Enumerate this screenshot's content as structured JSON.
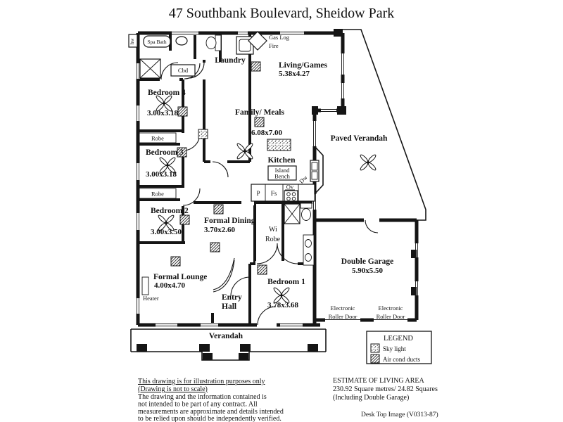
{
  "title": "47 Southbank Boulevard,  Sheidow Park",
  "rooms": {
    "bedroom4": {
      "name": "Bedroom 4",
      "dims": "3.00x3.18"
    },
    "bedroom3": {
      "name": "Bedroom 3",
      "dims": "3.00x3.18"
    },
    "bedroom2": {
      "name": "Bedroom 2",
      "dims": "3.00x3.50"
    },
    "bedroom1": {
      "name": "Bedroom 1",
      "dims": "3.78x3.68"
    },
    "laundry": {
      "name": "Laundry"
    },
    "living_games": {
      "name": "Living/Games",
      "dims": "5.38x4.27"
    },
    "family_meals": {
      "name": "Family/ Meals",
      "dims": "6.08x7.00"
    },
    "kitchen": {
      "name": "Kitchen"
    },
    "formal_dining": {
      "name": "Formal Dining",
      "dims": "3.70x2.60"
    },
    "formal_lounge": {
      "name": "Formal Lounge",
      "dims": "4.00x4.70"
    },
    "entry_hall": {
      "line1": "Entry",
      "line2": "Hall"
    },
    "wi_robe": {
      "line1": "Wi",
      "line2": "Robe"
    },
    "paved_verandah": {
      "name": "Paved Verandah"
    },
    "verandah": {
      "name": "Verandah"
    },
    "double_garage": {
      "name": "Double Garage",
      "dims": "5.90x5.50"
    }
  },
  "fixtures": {
    "spa_bath": "Spa Bath",
    "cbd": "Cbd",
    "robe": "Robe",
    "hw": "hw",
    "heater": "Heater",
    "gas_log_line1": "Gas Log",
    "gas_log_line2": "Fire",
    "island_bench_line1": "Island",
    "island_bench_line2": "Bench",
    "pantry": "P",
    "fridge_space": "Fs",
    "oven": "Ov",
    "dishwasher": "Dw",
    "roller_door_line1": "Electronic",
    "roller_door_line2": "Roller Door"
  },
  "legend": {
    "title": "LEGEND",
    "items": [
      {
        "label": "Sky light"
      },
      {
        "label": "Air cond ducts"
      }
    ]
  },
  "footer": {
    "disclaimer": [
      "This drawing is for illustration purposes only",
      "(Drawing is not to scale)",
      "The drawing and the information contained is",
      "not intended to be part of any contract.  All",
      "measurements are approximate and details intended",
      "to be relied upon should be independently verified."
    ],
    "estimate": {
      "title": "ESTIMATE OF LIVING AREA",
      "line1": "230.92  Square metres/ 24.82 Squares",
      "line2": "(Including Double Garage)"
    },
    "credit": "Desk Top Image  (V0313-87)"
  }
}
